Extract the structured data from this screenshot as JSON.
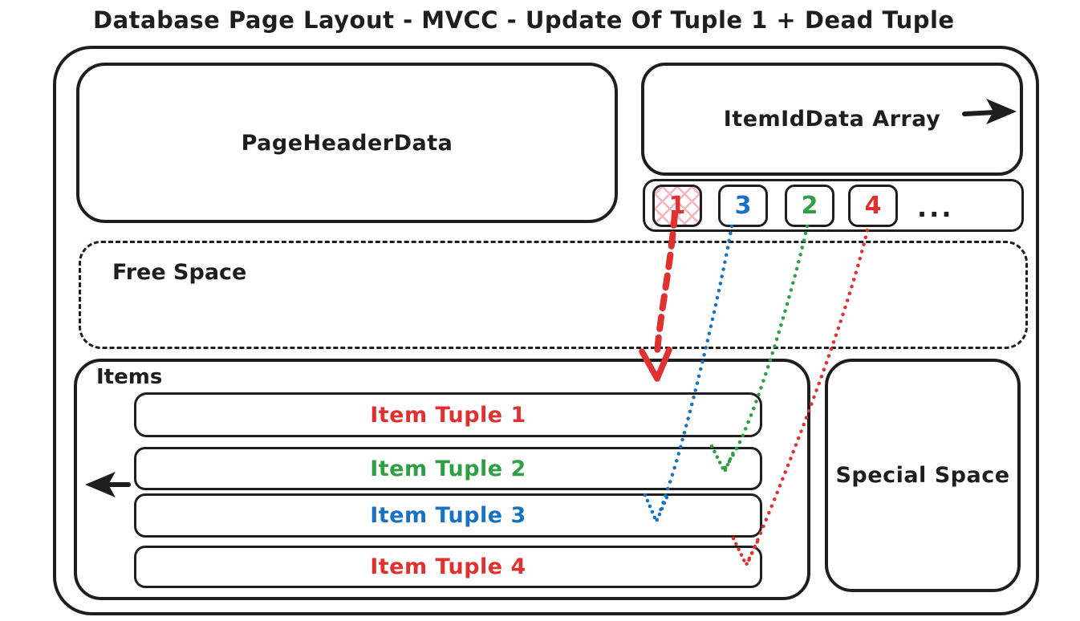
{
  "title": "Database Page Layout - MVCC - Update Of Tuple 1 + Dead Tuple",
  "boxes": {
    "page_header": "PageHeaderData",
    "item_id_array": "ItemIdData Array",
    "free_space": "Free Space",
    "items": "Items",
    "special_space": "Special Space"
  },
  "pointer_row": {
    "pointers": [
      {
        "label": "1",
        "color": "#e03131",
        "dead": true
      },
      {
        "label": "3",
        "color": "#1971c2",
        "dead": false
      },
      {
        "label": "2",
        "color": "#2f9e44",
        "dead": false
      },
      {
        "label": "4",
        "color": "#e03131",
        "dead": false
      }
    ],
    "ellipsis": "..."
  },
  "tuples": [
    {
      "label": "Item Tuple 1",
      "color": "#e03131",
      "dead": true
    },
    {
      "label": "Item Tuple 2",
      "color": "#2f9e44",
      "dead": false
    },
    {
      "label": "Item Tuple 3",
      "color": "#1971c2",
      "dead": false
    },
    {
      "label": "Item Tuple 4",
      "color": "#e03131",
      "dead": false
    }
  ],
  "colors": {
    "ink": "#1e1e1e",
    "dead_fill": "#f3b5bd",
    "background": "#ffffff"
  }
}
